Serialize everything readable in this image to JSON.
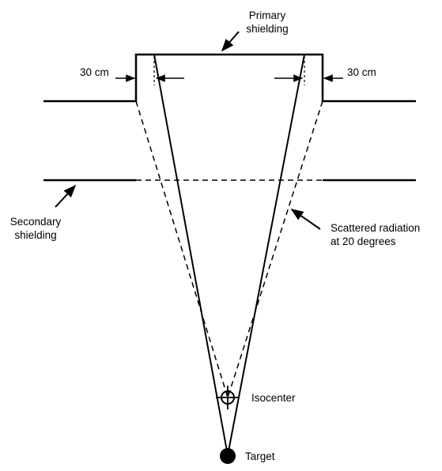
{
  "labels": {
    "primary_shielding": [
      "Primary",
      "shielding"
    ],
    "secondary_shielding": [
      "Secondary",
      "shielding"
    ],
    "scattered_radiation": [
      "Scattered radiation",
      "at 20 degrees"
    ],
    "dim_left": "30 cm",
    "dim_right": "30 cm",
    "isocenter": "Isocenter",
    "target": "Target"
  },
  "colors": {
    "stroke": "#000000",
    "background": "#ffffff"
  },
  "icons": {
    "isocenter": "crosshair-circle-icon",
    "target": "filled-circle-icon"
  }
}
